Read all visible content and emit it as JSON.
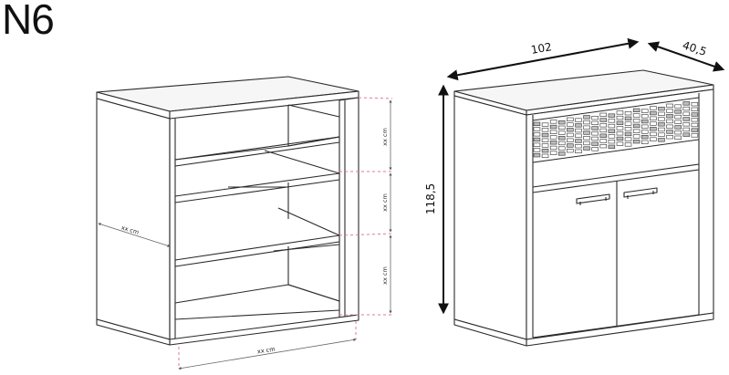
{
  "title": "N6",
  "dims": {
    "width": "102",
    "depth": "40,5",
    "height": "118,5"
  },
  "shelf_labels": {
    "s1": "xx cm",
    "s2": "xx cm",
    "s3": "xx cm",
    "side": "xx cm",
    "bottom": "xx cm"
  }
}
